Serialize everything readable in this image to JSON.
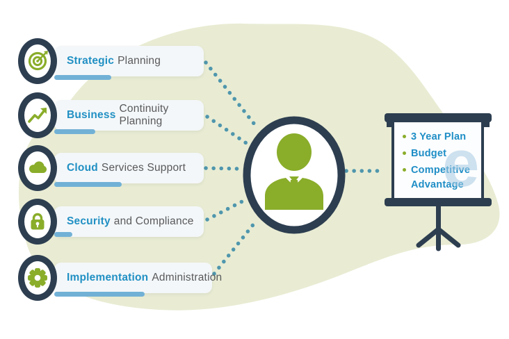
{
  "palette": {
    "navy": "#2d3e50",
    "green": "#8aad2a",
    "highlight_blue": "#2190c4",
    "text_gray": "#58595b",
    "underline_blue": "#72b1d6",
    "dotted_line": "#4f96ad",
    "blob_background": "#e9ecd3",
    "pill_background": "#f4f7f9",
    "board_text_blue": "#1f8ec6"
  },
  "services": [
    {
      "label_highlight": "Strategic",
      "label_rest": "Planning",
      "icon": "target-icon"
    },
    {
      "label_highlight": "Business",
      "label_rest": "Continuity Planning",
      "icon": "growth-chart-icon"
    },
    {
      "label_highlight": "Cloud",
      "label_rest": "Services Support",
      "icon": "cloud-icon"
    },
    {
      "label_highlight": "Security",
      "label_rest": "and Compliance",
      "icon": "lock-icon"
    },
    {
      "label_highlight": "Implementation",
      "label_rest": "Administration",
      "icon": "gear-icon"
    }
  ],
  "figure": {
    "icon": "person-icon"
  },
  "presentation": {
    "icon": "projection-screen-icon",
    "bullets": [
      "3 Year Plan",
      "Budget",
      "Competitive Advantage"
    ],
    "watermark_letter": "e"
  }
}
